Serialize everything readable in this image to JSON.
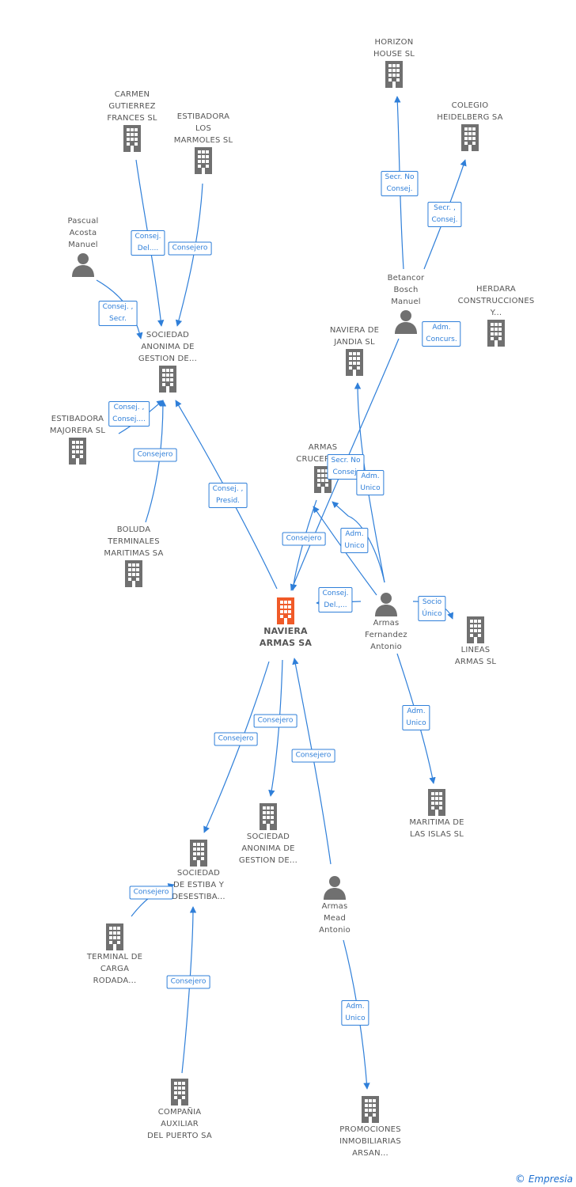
{
  "colors": {
    "edge": "#2f7fd9",
    "node": "#707070",
    "central": "#f05a28"
  },
  "central": {
    "label": "NAVIERA\nARMAS SA"
  },
  "nodes": {
    "horizon": {
      "label": "HORIZON\nHOUSE SL",
      "icon": "building-icon"
    },
    "colegio": {
      "label": "COLEGIO\nHEIDELBERG SA",
      "icon": "building-icon"
    },
    "carmen": {
      "label": "CARMEN\nGUTIERREZ\nFRANCES  SL",
      "icon": "building-icon"
    },
    "estibadora_marmoles": {
      "label": "ESTIBADORA\nLOS\nMARMOLES SL",
      "icon": "building-icon"
    },
    "pascual": {
      "label": "Pascual\nAcosta\nManuel",
      "icon": "person-icon"
    },
    "betancor": {
      "label": "Betancor\nBosch\nManuel",
      "icon": "person-icon"
    },
    "herdara": {
      "label": "HERDARA\nCONSTRUCCIONES\nY...",
      "icon": "building-icon"
    },
    "sociedad_gestion_top": {
      "label": "SOCIEDAD\nANONIMA DE\nGESTION DE...",
      "icon": "building-icon"
    },
    "naviera_jandia": {
      "label": "NAVIERA DE\nJANDIA SL",
      "icon": "building-icon"
    },
    "estibadora_majorera": {
      "label": "ESTIBADORA\nMAJORERA SL",
      "icon": "building-icon"
    },
    "armas_cruceros": {
      "label": "ARMAS\nCRUCEROS...",
      "icon": "building-icon"
    },
    "boluda": {
      "label": "BOLUDA\nTERMINALES\nMARITIMAS SA",
      "icon": "building-icon"
    },
    "armas_fernandez": {
      "label": "Armas\nFernandez\nAntonio",
      "icon": "person-icon"
    },
    "lineas_armas": {
      "label": "LINEAS\nARMAS SL",
      "icon": "building-icon"
    },
    "sociedad_gestion_bottom": {
      "label": "SOCIEDAD\nANONIMA DE\nGESTION DE...",
      "icon": "building-icon"
    },
    "maritima_islas": {
      "label": "MARITIMA DE\nLAS ISLAS SL",
      "icon": "building-icon"
    },
    "sociedad_estiba": {
      "label": "SOCIEDAD\nDE ESTIBA Y\nDESESTIBA...",
      "icon": "building-icon"
    },
    "armas_mead": {
      "label": "Armas\nMead\nAntonio",
      "icon": "person-icon"
    },
    "terminal_carga": {
      "label": "TERMINAL DE\nCARGA\nRODADA...",
      "icon": "building-icon"
    },
    "compania_auxiliar": {
      "label": "COMPAÑIA\nAUXILIAR\nDEL PUERTO SA",
      "icon": "building-icon"
    },
    "promociones": {
      "label": "PROMOCIONES\nINMOBILIARIAS\nARSAN...",
      "icon": "building-icon"
    }
  },
  "edges": [
    {
      "label": "Secr.  No\nConsej."
    },
    {
      "label": "Secr. ,\nConsej."
    },
    {
      "label": "Consej.\nDel...."
    },
    {
      "label": "Consejero"
    },
    {
      "label": "Consej. ,\nSecr."
    },
    {
      "label": "Adm.\nConcurs."
    },
    {
      "label": "Consej. ,\nConsej...."
    },
    {
      "label": "Consejero"
    },
    {
      "label": "Consej. ,\nPresid."
    },
    {
      "label": "Secr.  No\nConsej."
    },
    {
      "label": "Adm.\nUnico"
    },
    {
      "label": "Consejero"
    },
    {
      "label": "Adm.\nUnico"
    },
    {
      "label": "Consej.\nDel.,..."
    },
    {
      "label": "Socio\nÚnico"
    },
    {
      "label": "Adm.\nUnico"
    },
    {
      "label": "Consejero"
    },
    {
      "label": "Consejero"
    },
    {
      "label": "Consejero"
    },
    {
      "label": "Consejero"
    },
    {
      "label": "Consejero"
    },
    {
      "label": "Adm.\nUnico"
    }
  ],
  "footer": {
    "copyright": "©",
    "brand": "Empresia"
  }
}
